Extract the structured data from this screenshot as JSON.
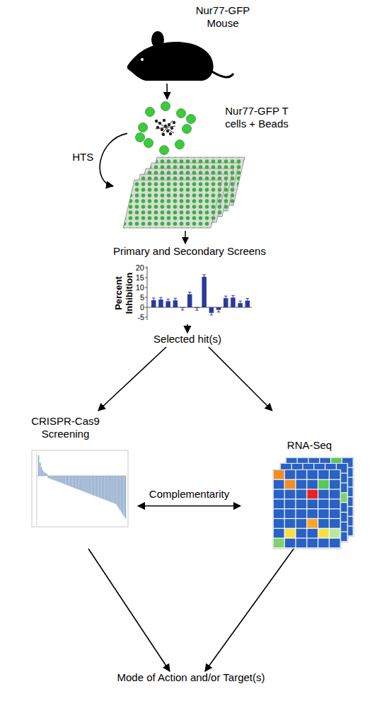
{
  "diagram": {
    "nodes": [
      {
        "text": [
          "Nur77-GFP Mouse"
        ]
      },
      {
        "text": [
          "Nur77-GFP T cells + Beads"
        ]
      },
      {
        "text": [
          "Primary and Secondary Screens"
        ]
      },
      {
        "text": [
          "Selected hit(s)"
        ]
      },
      {
        "text": [
          "CRISPR-Cas9 Screening"
        ]
      },
      {
        "text": [
          "RNA-Seq"
        ]
      },
      {
        "text": [
          "Mode of Action and/or Target(s)"
        ]
      }
    ],
    "edges": [
      {
        "from": 0,
        "to": 1,
        "arrow": "to"
      },
      {
        "from": 1,
        "to": 2,
        "label": "HTS",
        "arrow": "to"
      },
      {
        "from": 2,
        "to": 3,
        "arrow": "to"
      },
      {
        "from": 3,
        "to": 4,
        "arrow": "to"
      },
      {
        "from": 3,
        "to": 5,
        "arrow": "to"
      },
      {
        "from": 4,
        "to": 5,
        "label": "Complementarity",
        "arrow": "both"
      },
      {
        "from": 4,
        "to": 6,
        "arrow": "to"
      },
      {
        "from": 5,
        "to": 6,
        "arrow": "to"
      }
    ],
    "labels": [
      "Percent Inhibition",
      "20",
      "15",
      "10",
      "5",
      "0",
      "-5"
    ]
  }
}
